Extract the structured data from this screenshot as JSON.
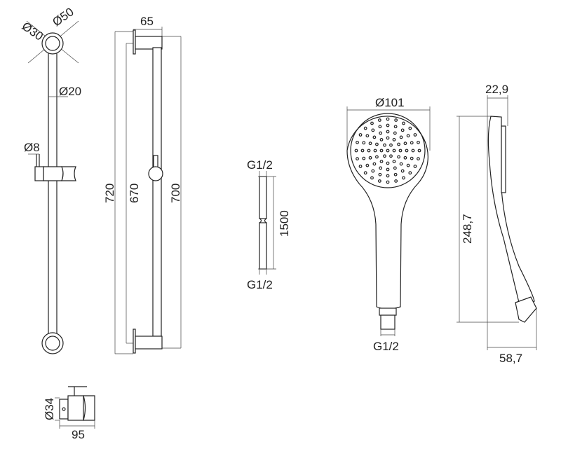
{
  "drawing": {
    "rail_front": {
      "top_bracket_dims": [
        "Ø30",
        "Ø50"
      ],
      "rail_diameter": "Ø20",
      "holder_pin": "Ø8"
    },
    "rail_side": {
      "projection": "65",
      "total_height": "720",
      "centers": "670",
      "rail_length": "700"
    },
    "hose": {
      "top_thread": "G1/2",
      "length": "1500",
      "bottom_thread": "G1/2"
    },
    "hand_shower_front": {
      "diameter": "Ø101",
      "thread": "G1/2"
    },
    "hand_shower_side": {
      "head_depth": "22,9",
      "length": "248,7",
      "depth": "58,7"
    },
    "holder_detail": {
      "height": "Ø34",
      "width": "95"
    }
  }
}
